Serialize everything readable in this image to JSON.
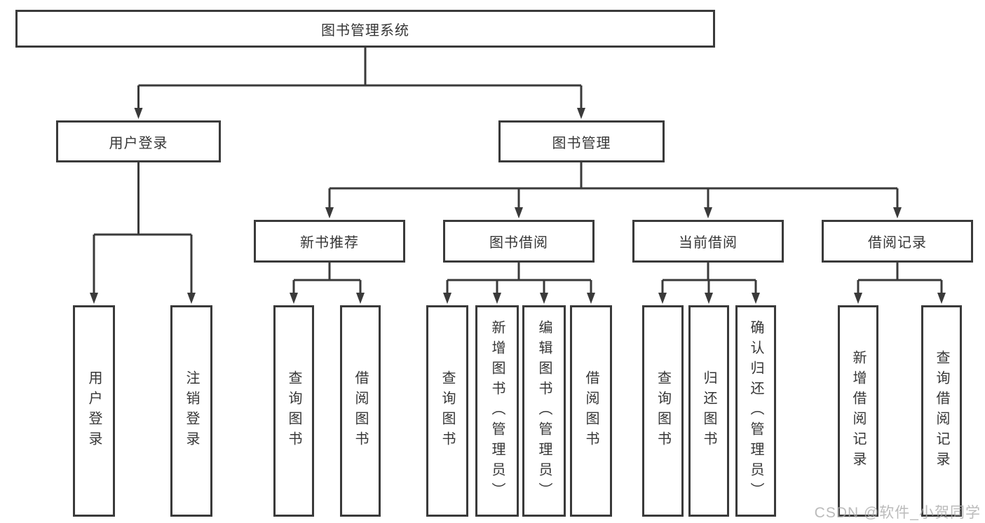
{
  "colors": {
    "box_border": "#3a3a3a",
    "connector": "#3a3a3a",
    "text": "#363636",
    "watermark": "#ababab",
    "background": "#ffffff"
  },
  "watermark": {
    "text": "CSDN @软件_小贺同学"
  },
  "tree": {
    "root": {
      "label": "图书管理系统"
    },
    "user_login": {
      "label": "用户登录",
      "children": {
        "login": {
          "label": "用户登录"
        },
        "logout": {
          "label": "注销登录"
        }
      }
    },
    "book_mgmt": {
      "label": "图书管理",
      "groups": {
        "recommend": {
          "label": "新书推荐",
          "children": {
            "query": {
              "label": "查询图书"
            },
            "borrow": {
              "label": "借阅图书"
            }
          }
        },
        "borrow": {
          "label": "图书借阅",
          "children": {
            "query": {
              "label": "查询图书"
            },
            "add": {
              "label": "新增图书（管理员）"
            },
            "edit": {
              "label": "编辑图书（管理员）"
            },
            "borrow": {
              "label": "借阅图书"
            }
          }
        },
        "current": {
          "label": "当前借阅",
          "children": {
            "query": {
              "label": "查询图书"
            },
            "return": {
              "label": "归还图书"
            },
            "confirm": {
              "label": "确认归还（管理员）"
            }
          }
        },
        "records": {
          "label": "借阅记录",
          "children": {
            "add": {
              "label": "新增借阅记录"
            },
            "query": {
              "label": "查询借阅记录"
            }
          }
        }
      }
    }
  }
}
